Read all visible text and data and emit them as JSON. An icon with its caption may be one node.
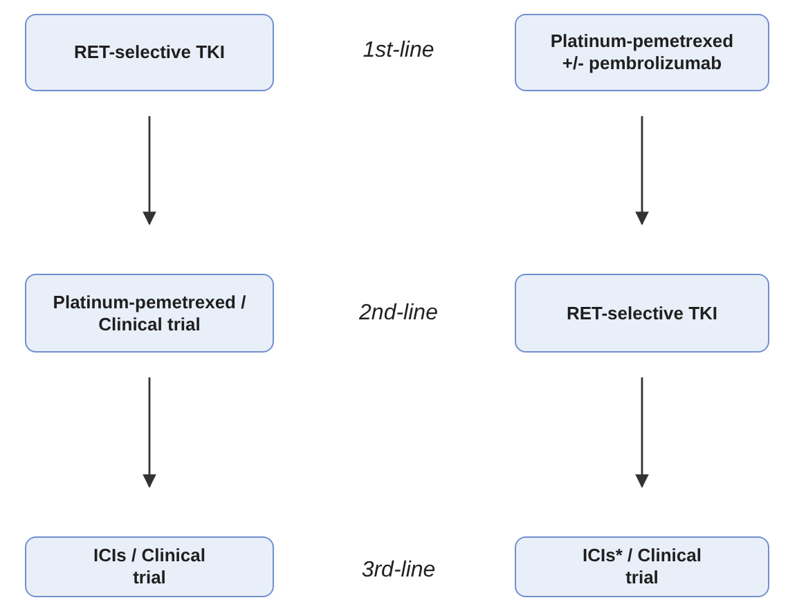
{
  "diagram": {
    "nodes": [
      {
        "text": [
          "RET-selective TKI"
        ]
      },
      {
        "text": [
          "Platinum-pemetrexed +/- pembrolizumab"
        ]
      },
      {
        "text": [
          "Platinum-pemetrexed / Clinical trial"
        ]
      },
      {
        "text": [
          "RET-selective TKI"
        ]
      },
      {
        "text": [
          "ICIs / Clinical trial"
        ]
      },
      {
        "text": [
          "ICIs* / Clinical trial"
        ]
      }
    ],
    "edges": [
      {
        "from": 0,
        "to": 2,
        "arrow": "to"
      },
      {
        "from": 2,
        "to": 4,
        "arrow": "to"
      },
      {
        "from": 1,
        "to": 3,
        "arrow": "to"
      },
      {
        "from": 3,
        "to": 5,
        "arrow": "to"
      }
    ],
    "labels": [
      "1st-line",
      "2nd-line",
      "3rd-line"
    ]
  }
}
